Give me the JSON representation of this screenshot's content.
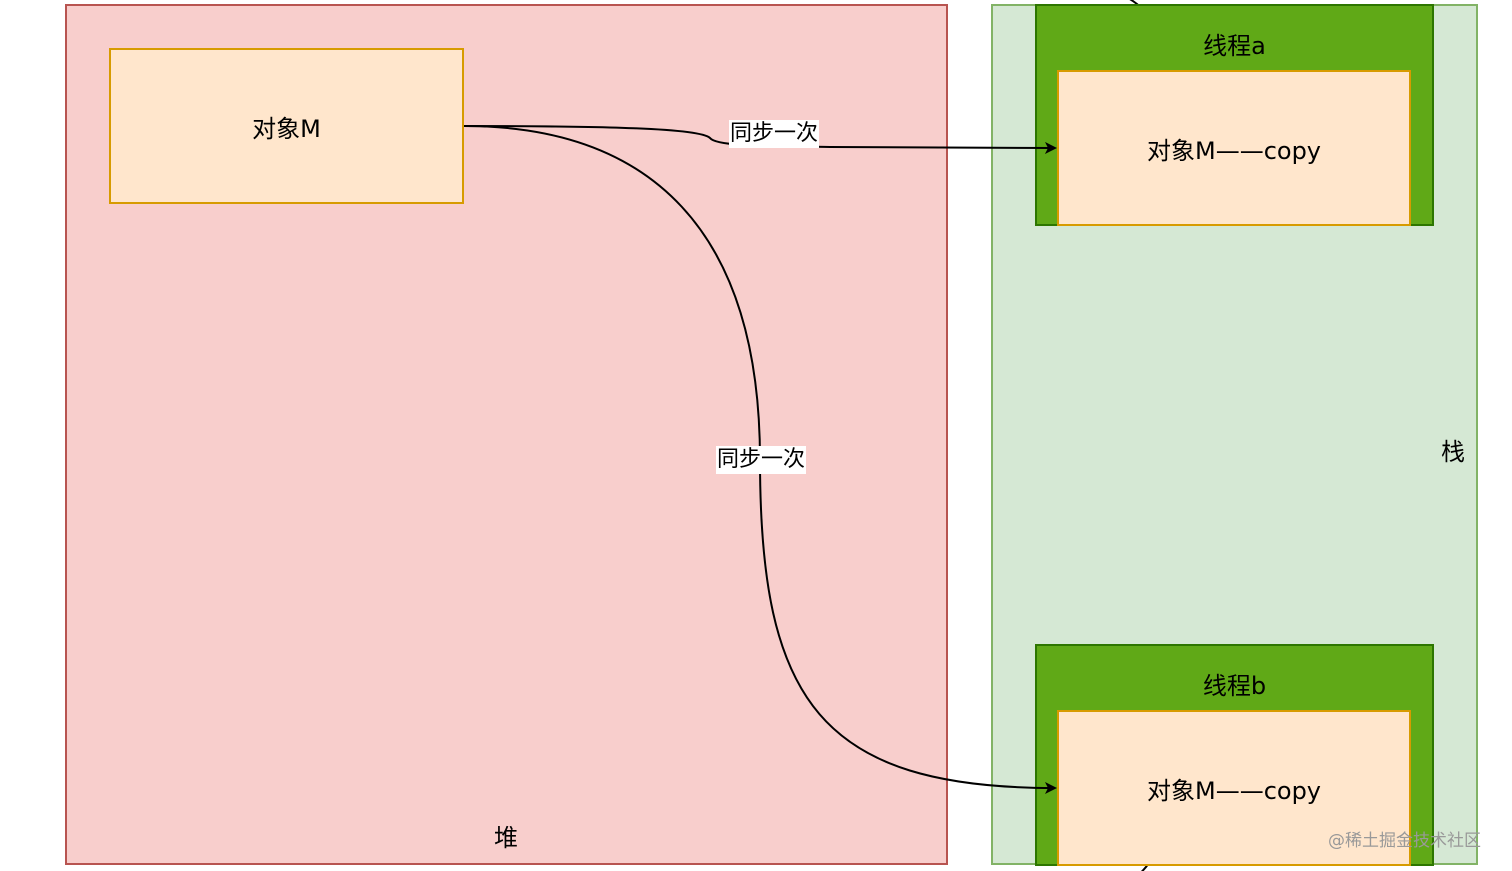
{
  "heap": {
    "label": "堆"
  },
  "stack": {
    "label": "栈"
  },
  "object_m": {
    "label": "对象M"
  },
  "threads": [
    {
      "title": "线程a",
      "copy_label": "对象M——copy"
    },
    {
      "title": "线程b",
      "copy_label": "对象M——copy"
    }
  ],
  "edges": [
    {
      "label": "同步一次"
    },
    {
      "label": "同步一次"
    }
  ],
  "watermark": "@稀土掘金技术社区",
  "colors": {
    "heap_fill": "#f8cecc",
    "heap_border": "#b85450",
    "stack_fill": "#d5e8d4",
    "stack_border": "#82b366",
    "thread_fill": "#60a917",
    "thread_border": "#2d7600",
    "object_fill": "#ffe6cc",
    "object_border": "#d79b00"
  }
}
